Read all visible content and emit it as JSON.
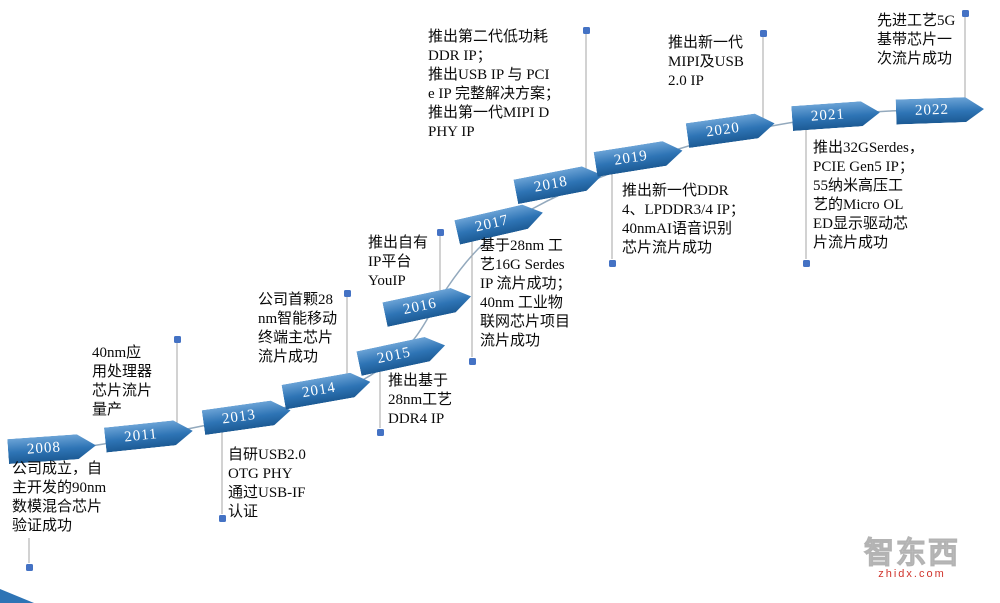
{
  "colors": {
    "arrow_blue": "#2e74b5",
    "dot_blue": "#4472c4",
    "line_gray": "#a6a6a6",
    "curve_gray": "#93a9bd",
    "text_black": "#0a0a0a",
    "watermark_gray": "#c9c9c9",
    "watermark_red": "#d0342c"
  },
  "watermark": {
    "text": "智东西",
    "subtext": "zhidx.com"
  },
  "milestones": [
    {
      "year": "2008",
      "text": "公司成立，自\n主开发的90nm\n数模混合芯片\n验证成功"
    },
    {
      "year": "2011",
      "text": "40nm应\n用处理器\n芯片流片\n量产"
    },
    {
      "year": "2013",
      "text": "自研USB2.0\nOTG PHY\n通过USB-IF\n认证"
    },
    {
      "year": "2014",
      "text": "公司首颗28\nnm智能移动\n终端主芯片\n流片成功"
    },
    {
      "year": "2015",
      "text": "推出基于\n28nm工艺\nDDR4 IP"
    },
    {
      "year": "2016",
      "text": "推出自有\nIP平台\nYouIP"
    },
    {
      "year": "2017",
      "text": "基于28nm 工\n艺16G Serdes\nIP 流片成功；\n40nm 工业物\n联网芯片项目\n流片成功"
    },
    {
      "year": "2018",
      "text": "推出第二代低功耗\nDDR IP；\n推出USB IP 与 PCI\ne IP 完整解决方案；\n推出第一代MIPI D\nPHY IP"
    },
    {
      "year": "2019",
      "text": "推出新一代DDR\n4、LPDDR3/4 IP；\n40nmAI语音识别\n芯片流片成功"
    },
    {
      "year": "2020",
      "text": "推出新一代\nMIPI及USB\n2.0 IP"
    },
    {
      "year": "2021",
      "text": "推出32GSerdes，\nPCIE Gen5 IP；\n55纳米高压工\n艺的Micro OL\nED显示驱动芯\n片流片成功"
    },
    {
      "year": "2022",
      "text": "先进工艺5G\n基带芯片一\n次流片成功"
    }
  ]
}
